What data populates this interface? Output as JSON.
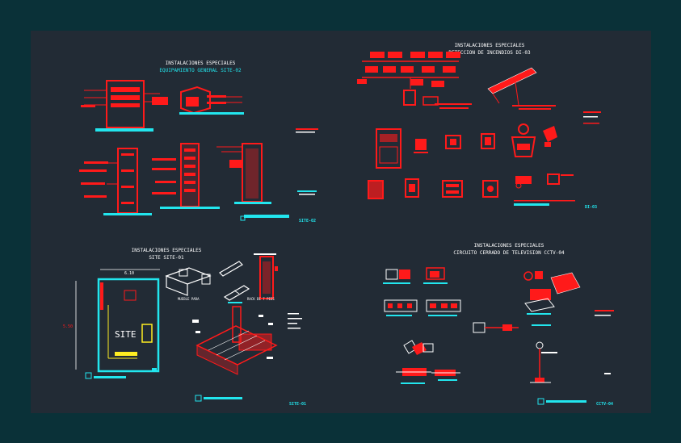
{
  "colors": {
    "outer_bg": "#0a3138",
    "sheet_bg": "#222b35",
    "red": "#ff1a1a",
    "cyan": "#22e6ee",
    "white": "#ffffff",
    "yellow": "#ffee22",
    "magenta": "#ff33ff"
  },
  "quadrants": {
    "q1": {
      "title": "INSTALACIONES ESPECIALES",
      "subtitle": "EQUIPAMIENTO GENERAL   SITE-02",
      "sheet_code": "SITE-02"
    },
    "q2": {
      "title": "INSTALACIONES ESPECIALES",
      "subtitle": "DETECCION DE INCENDIOS   DI-03",
      "sheet_code": "DI-03"
    },
    "q3": {
      "title": "INSTALACIONES ESPECIALES",
      "subtitle": "SITE   SITE-01",
      "sheet_code": "SITE-01",
      "room_label": "SITE",
      "dim_top": "6.10",
      "dim_side": "5.50",
      "label_mueble": "MUEBLE PARA",
      "label_rack": "RACK DE 7 PIES"
    },
    "q4": {
      "title": "INSTALACIONES ESPECIALES",
      "subtitle": "CIRCUITO CERRADO DE TELEVISION   CCTV-04",
      "sheet_code": "CCTV-04"
    }
  }
}
